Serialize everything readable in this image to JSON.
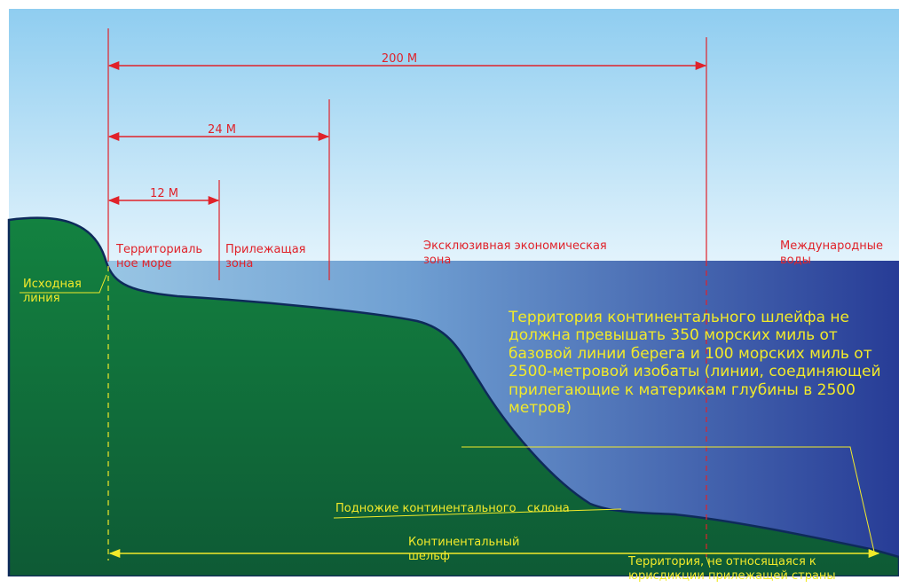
{
  "measurements": {
    "m200": "200 М",
    "m24": "24 М",
    "m12": "12 М"
  },
  "zones": {
    "territorial_line1": "Территориаль",
    "territorial_line2": "ное море",
    "contiguous_line1": "Прилежащая",
    "contiguous_line2": "зона",
    "eez_line1": "Эксклюзивная экономическая",
    "eez_line2": "зона",
    "international_line1": "Международные",
    "international_line2": "воды"
  },
  "baseline": {
    "line1": "Исходная",
    "line2": "линия"
  },
  "shelf_note": {
    "line1": "Территория континентального шлейфа не",
    "line2": "должна превышать 350 морских миль от",
    "line3": "базовой линии берега и 100 морских миль от",
    "line4": "2500-метровой изобаты (линии, соединяющей",
    "line5": "прилегающие к материкам глубины в 2500",
    "line6": "метров)"
  },
  "slope_foot": "Подножие континентального   склона",
  "shelf": {
    "line1": "Континентальный",
    "line2": "шельф"
  },
  "outside": {
    "line1": "Территория, не относящаяся к",
    "line2": "юрисдикции прилежащей страны"
  },
  "colors": {
    "sky_top": "#8fcdf0",
    "sky_bottom": "#e2f3fc",
    "sea_shallow": "#9ccbe6",
    "sea_deep": "#273c96",
    "land": "#127a3f",
    "land_dark": "#0e5a35",
    "red_lines": "#e0222a",
    "yellow_text": "#f2ea2a"
  }
}
